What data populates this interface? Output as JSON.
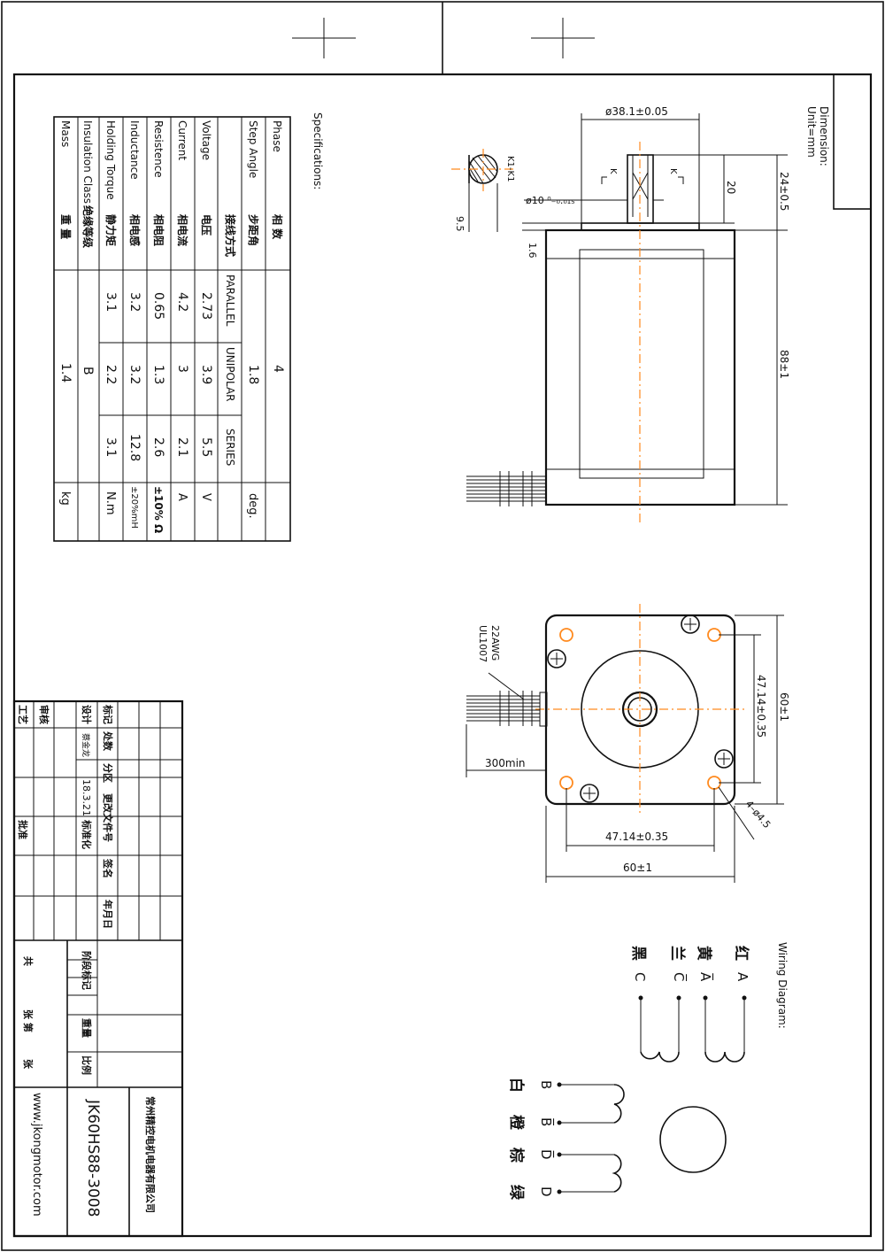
{
  "specs_title": "Specifications:",
  "dimension_note": [
    "Dimension:",
    "Unit=mm"
  ],
  "wiring_title": "Wiring Diagram:",
  "spec_table": {
    "rows": [
      {
        "en": "Phase",
        "cn": "相  数",
        "values": [
          "4"
        ],
        "unit": ""
      },
      {
        "en": "Step Angle",
        "cn": "步距角",
        "values": [
          "1.8"
        ],
        "unit": "deg."
      },
      {
        "en": "",
        "cn": "接线方式",
        "values": [
          "PARALLEL",
          "UNIPOLAR",
          "SERIES"
        ],
        "unit": ""
      },
      {
        "en": "Voltage",
        "cn": "电压",
        "values": [
          "2.73",
          "3.9",
          "5.5"
        ],
        "unit": "V"
      },
      {
        "en": "Current",
        "cn": "相电流",
        "values": [
          "4.2",
          "3",
          "2.1"
        ],
        "unit": "A"
      },
      {
        "en": "Resistence",
        "cn": "相电阻",
        "values": [
          "0.65",
          "1.3",
          "2.6"
        ],
        "unit": "±10% Ω"
      },
      {
        "en": "Inductance",
        "cn": "相电感",
        "values": [
          "3.2",
          "3.2",
          "12.8"
        ],
        "unit": "±20%mH"
      },
      {
        "en": "Holding Torque",
        "cn": "静力矩",
        "values": [
          "3.1",
          "2.2",
          "3.1"
        ],
        "unit": "N.m"
      },
      {
        "en": "Insulation Class",
        "cn": "绝缘等级",
        "values": [
          "B"
        ],
        "unit": ""
      },
      {
        "en": "Mass",
        "cn": "重  量",
        "values": [
          "1.4"
        ],
        "unit": "kg"
      }
    ]
  },
  "dims": {
    "flange_dia": "ø38.1±0.05",
    "shaft_len": "24±0.5",
    "flat_len": "20",
    "shaft_dia": "ø10 ⁰₋₀.₀₁₅",
    "section": "K1-K1",
    "flat": "9.5",
    "flange_t": "1.6",
    "body_len": "88±1",
    "sec_k": "K",
    "wire": [
      "22AWG",
      "UL1007"
    ],
    "lead": "300min",
    "hole_pitch": "47.14±0.35",
    "body_sq": "60±1",
    "holes": "4–ø4.5"
  },
  "wiring": {
    "a_labels": [
      "A",
      "A̅",
      "C̅",
      "C"
    ],
    "a_colors": [
      "红",
      "黄",
      "兰",
      "黑"
    ],
    "b_labels": [
      "B",
      "B̅",
      "D̅",
      "D"
    ],
    "b_colors": [
      "白",
      "橙",
      "棕",
      "绿"
    ]
  },
  "title_block": {
    "labels": [
      "标记",
      "处数",
      "分区",
      "更改文件号",
      "签名",
      "年月日"
    ],
    "roles": [
      "设计",
      "审核",
      "工艺",
      "标准化",
      "批准"
    ],
    "designer": "蔡金龙",
    "date": "18.3.21",
    "stage": [
      "阶段标记",
      "重量",
      "比例"
    ],
    "sheet": [
      "共",
      "张 第",
      "张"
    ],
    "company": "常州精控电机电器有限公司",
    "model": "JK60HS88-3008",
    "website": "www.jkongmotor.com"
  }
}
